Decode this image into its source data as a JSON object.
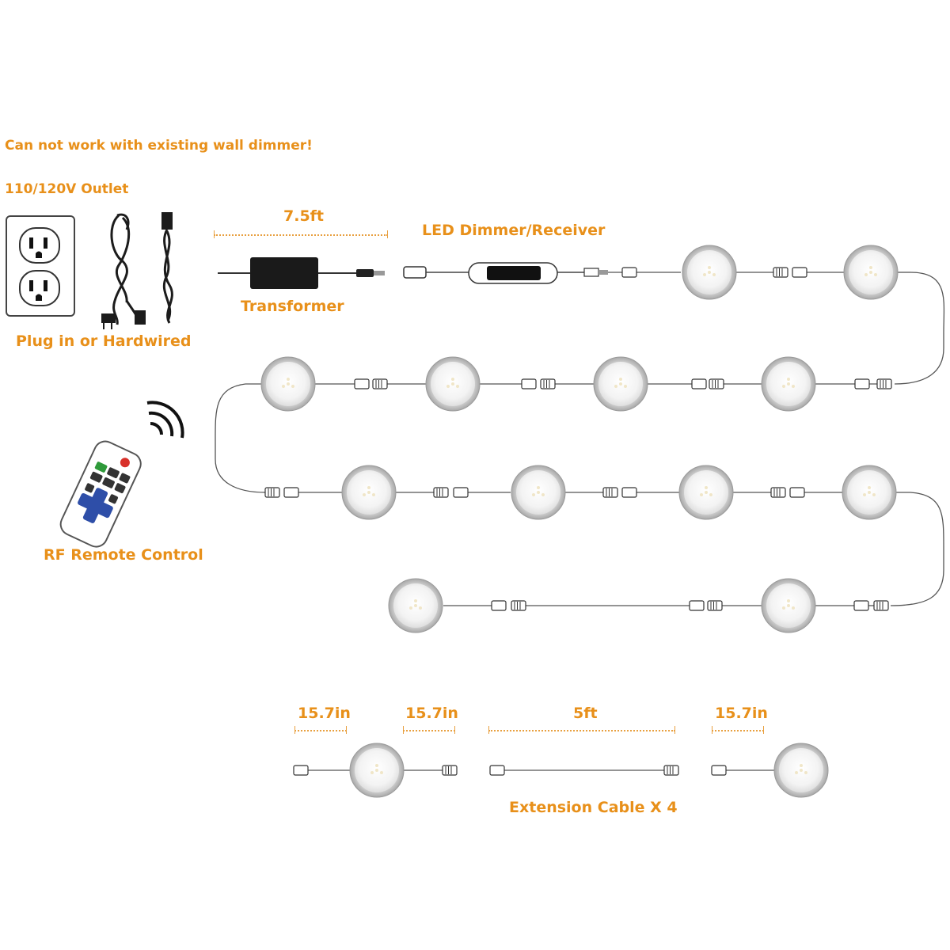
{
  "labels": {
    "warning": "Can not work with existing wall dimmer!",
    "outlet": "110/120V Outlet",
    "plug": "Plug in or Hardwired",
    "remote": "RF Remote Control",
    "cable_length": "7.5ft",
    "transformer": "Transformer",
    "dimmer": "LED Dimmer/Receiver",
    "ext_cable": "Extension Cable X 4"
  },
  "dimensions": {
    "light_lead_left": "15.7in",
    "light_lead_right": "15.7in",
    "extension": "5ft",
    "end_light_lead": "15.7in"
  },
  "remote_text": "RF Remote",
  "colors": {
    "label": "#e8901a",
    "wire": "#555555",
    "light_ring": "#b8b8b8",
    "remote_blue": "#2e4ea8",
    "remote_red": "#d8302a",
    "remote_green": "#2f9a3a"
  }
}
